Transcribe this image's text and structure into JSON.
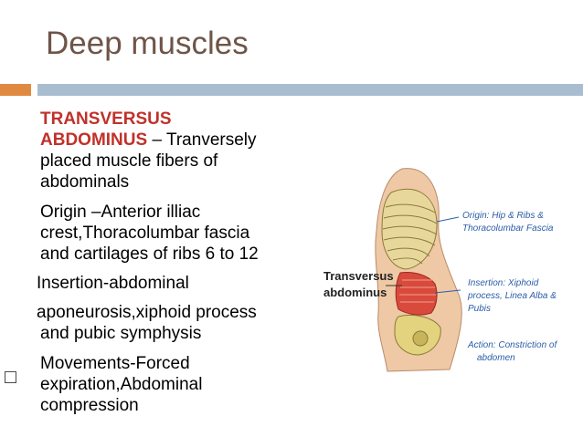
{
  "slide": {
    "title": "Deep muscles",
    "lines": {
      "l1": "TRANSVERSUS",
      "l2a": "ABDOMINUS",
      "l2b": " – Tranversely",
      "l3": "placed muscle fibers of",
      "l4": "abdominals",
      "l5": " Origin –Anterior illiac",
      "l6": "crest,Thoracolumbar fascia",
      "l7": "and cartilages of ribs 6 to 12",
      "l8": "Insertion-abdominal",
      "l9": " aponeurosis,xiphoid process",
      "l10": "and pubic symphysis",
      "l11": "Movements-Forced",
      "l12": "expiration,Abdominal",
      "l13": "compression"
    }
  },
  "figure": {
    "muscle_label_1": "Transversus",
    "muscle_label_2": "abdominus",
    "origin_1": "Origin: Hip & Ribs &",
    "origin_2": "Thoracolumbar Fascia",
    "insertion_1": "Insertion:  Xiphoid",
    "insertion_2": "process, Linea Alba &",
    "insertion_3": "Pubis",
    "action_1": "Action: Constriction of",
    "action_2": "abdomen"
  },
  "colors": {
    "title": "#6e5548",
    "accent_orange": "#e08a41",
    "accent_blue": "#a9bdd0",
    "heading_red": "#c0312a",
    "annotation_blue": "#2b5da8"
  }
}
